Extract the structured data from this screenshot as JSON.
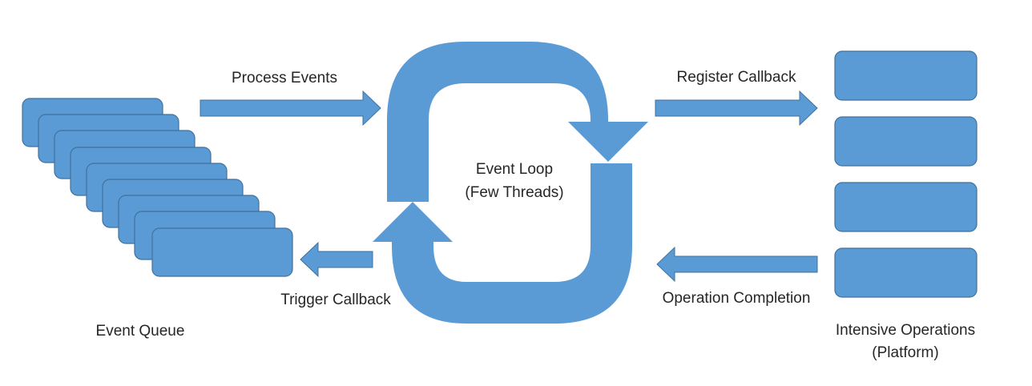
{
  "labels": {
    "process_events": "Process Events",
    "register_callback": "Register Callback",
    "trigger_callback": "Trigger Callback",
    "operation_completion": "Operation Completion",
    "event_queue": "Event Queue",
    "event_loop_line1": "Event Loop",
    "event_loop_line2": "(Few Threads)",
    "intensive_ops_line1": "Intensive Operations",
    "intensive_ops_line2": "(Platform)"
  },
  "colors": {
    "shape_fill": "#5b9bd5",
    "shape_stroke": "#41719c",
    "text": "#262626"
  }
}
